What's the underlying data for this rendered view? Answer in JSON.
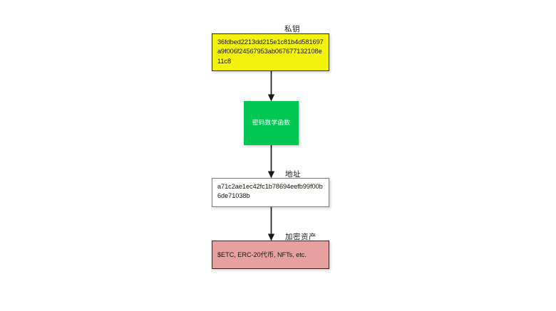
{
  "diagram": {
    "title": "",
    "background_color": "#ffffff",
    "orientation": "vertical-top-to-bottom",
    "nodes": [
      {
        "id": "private-key",
        "label": "私钥",
        "text": "36fdbed2213dd215e1c81b4d581697a9f006f24567953ab067677132108e11c8",
        "fill_color": "#f2f20d",
        "border_color": "#2b2b1a",
        "text_color": "#16160a"
      },
      {
        "id": "crypto-function",
        "label": "",
        "text": "密码数学函数",
        "fill_color": "#00c853",
        "border_color": "none",
        "text_color": "#ffffff"
      },
      {
        "id": "address",
        "label": "地址",
        "text": "a71c2ae1ec42fc1b78694eefb99f00b6de71038b",
        "fill_color": "#ffffff",
        "border_color": "#7d7d7d",
        "text_color": "#16160a"
      },
      {
        "id": "crypto-assets",
        "label": "加密资产",
        "text": "$ETC, ERC-20代币, NFTs, etc.",
        "fill_color": "#e7a0a0",
        "border_color": "#3a2020",
        "text_color": "#16160a"
      }
    ],
    "edges": [
      {
        "from": "private-key",
        "to": "crypto-function",
        "label": "",
        "arrow": "solid-triangle"
      },
      {
        "from": "crypto-function",
        "to": "address",
        "label": "",
        "arrow": "solid-triangle"
      },
      {
        "from": "address",
        "to": "crypto-assets",
        "label": "",
        "arrow": "solid-triangle"
      }
    ]
  }
}
